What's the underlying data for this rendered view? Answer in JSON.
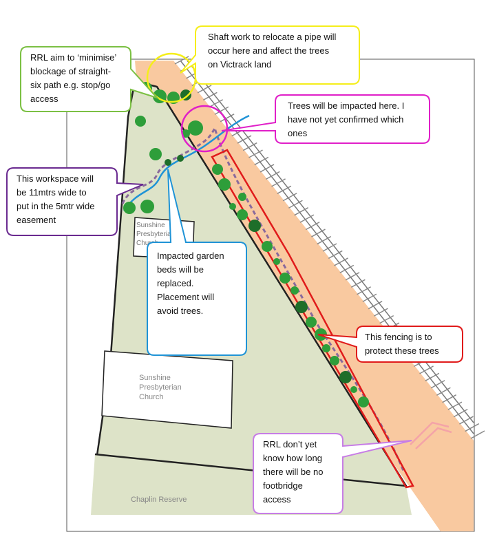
{
  "map": {
    "labels": {
      "church_small": "Sunshine\nPresbyterian\nChurch",
      "church_large": "Sunshine\nPresbyterian\nChurch",
      "reserve": "Chaplin Reserve"
    }
  },
  "callouts": {
    "straight_six": "RRL aim to ‘minimise’\nblockage of straight-\nsix path e.g. stop/go\naccess",
    "shaft_work": "Shaft work to relocate a pipe will\noccur here and affect the trees\non Victrack land",
    "trees_impacted": "Trees will be impacted here. I\nhave not yet confirmed which\nones",
    "workspace": "This workspace will\nbe 11mtrs wide to\nput in the 5mtr wide\neasement",
    "garden_beds": "Impacted garden\nbeds will be\nreplaced.\nPlacement will\navoid trees.",
    "fencing": "This fencing is to\nprotect these trees",
    "footbridge": "RRL don’t yet\nknow how long\nthere will be no\nfootbridge\naccess"
  },
  "colors": {
    "site_green": "#dde3c8",
    "corridor_orange": "#f9c9a0",
    "tree_green": "#2e9e3a",
    "dark_tree": "#1e6e2a",
    "yellow_callout": "#f5ee1a",
    "magenta_callout": "#e01fc8",
    "purple_callout": "#6a2a90",
    "blue_callout": "#1f93d6",
    "red_callout": "#e01b1b",
    "green_callout": "#7bc043",
    "lilac_callout": "#c77de6"
  }
}
